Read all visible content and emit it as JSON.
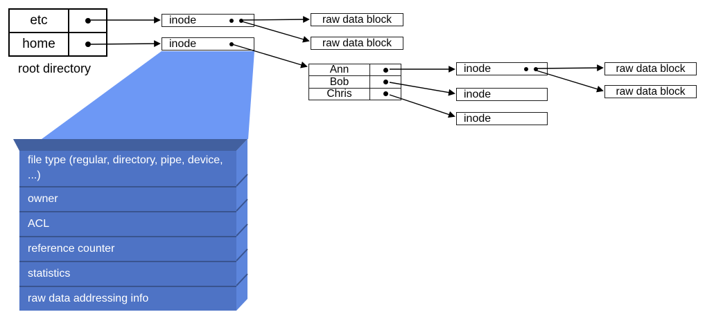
{
  "root_directory": {
    "caption": "root directory",
    "entries": [
      {
        "name": "etc"
      },
      {
        "name": "home"
      }
    ]
  },
  "user_directory": {
    "entries": [
      {
        "name": "Ann"
      },
      {
        "name": "Bob"
      },
      {
        "name": "Chris"
      }
    ]
  },
  "inodes": [
    {
      "id": "etc-inode",
      "label": "inode",
      "pointers": 2
    },
    {
      "id": "home-inode",
      "label": "inode",
      "pointers": 1
    },
    {
      "id": "ann-inode",
      "label": "inode",
      "pointers": 2
    },
    {
      "id": "bob-inode",
      "label": "inode",
      "pointers": 0
    },
    {
      "id": "chris-inode",
      "label": "inode",
      "pointers": 0
    }
  ],
  "raw_data_blocks": [
    {
      "label": "raw data block"
    },
    {
      "label": "raw data block"
    },
    {
      "label": "raw data block"
    },
    {
      "label": "raw data block"
    }
  ],
  "inode_detail": {
    "fields": [
      "file type (regular, directory, pipe, device, ...)",
      "owner",
      "ACL",
      "reference counter",
      "statistics",
      "raw data addressing info"
    ]
  },
  "colors": {
    "funnel": "#6D98F5",
    "stack_face": "#4E73C5",
    "stack_side": "#5C85DC",
    "stack_top": "#42609F",
    "stack_separator": "#39548F",
    "box_border": "#1C1C1C",
    "arrow": "#000000"
  }
}
